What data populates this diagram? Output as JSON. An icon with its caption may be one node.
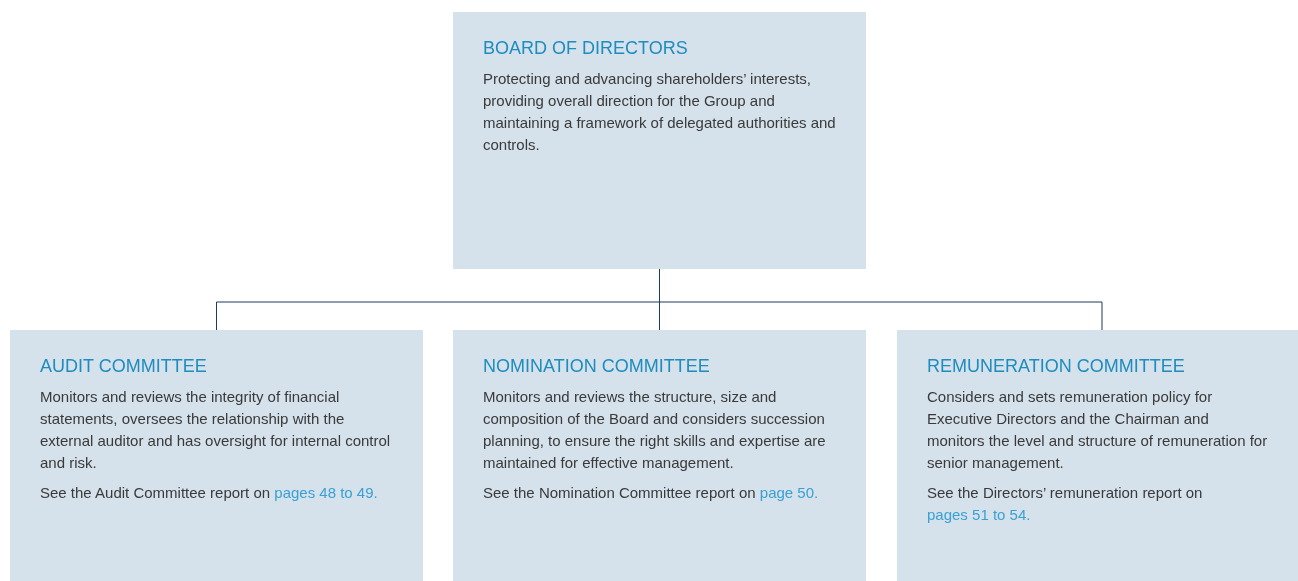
{
  "diagram": {
    "nodes": [
      {
        "text": [
          "BOARD OF DIRECTORS",
          "Protecting and advancing shareholders’ interests, providing overall direction for the Group and maintaining a framework of delegated authorities and controls."
        ]
      },
      {
        "text": [
          "AUDIT COMMITTEE",
          "Monitors and reviews the integrity of financial statements, oversees the relationship with the external auditor and has oversight for internal control and risk.",
          "See the Audit Committee report on",
          "pages 48 to 49."
        ]
      },
      {
        "text": [
          "NOMINATION COMMITTEE",
          "Monitors and reviews the structure, size and composition of the Board and considers succession planning, to ensure the right skills and expertise are maintained for effective management.",
          "See the Nomination Committee report on",
          "page 50."
        ]
      },
      {
        "text": [
          "REMUNERATION COMMITTEE",
          "Considers and sets remuneration policy for Executive Directors and the Chairman and monitors the level and structure of remuneration for senior management.",
          "See the Directors’ remuneration report on",
          "pages 51 to 54."
        ]
      }
    ],
    "edges": [
      {
        "from": 0,
        "to": 1,
        "arrow": "none"
      },
      {
        "from": 0,
        "to": 2,
        "arrow": "none"
      },
      {
        "from": 0,
        "to": 3,
        "arrow": "none"
      }
    ]
  }
}
